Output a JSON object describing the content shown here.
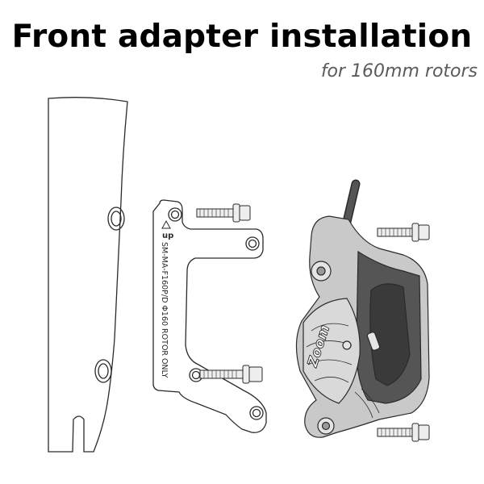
{
  "title": "Front adapter installation",
  "subtitle": "for 160mm rotors",
  "adapter": {
    "arrow_label": "up",
    "marking": "SM-MA-F160P/D Φ160 ROTOR ONLY"
  },
  "caliper": {
    "brand": "Zoom"
  },
  "colors": {
    "outline": "#2a2a2a",
    "caliper_fill": "#c9c9c9",
    "subtitle": "#5a5a5a"
  }
}
